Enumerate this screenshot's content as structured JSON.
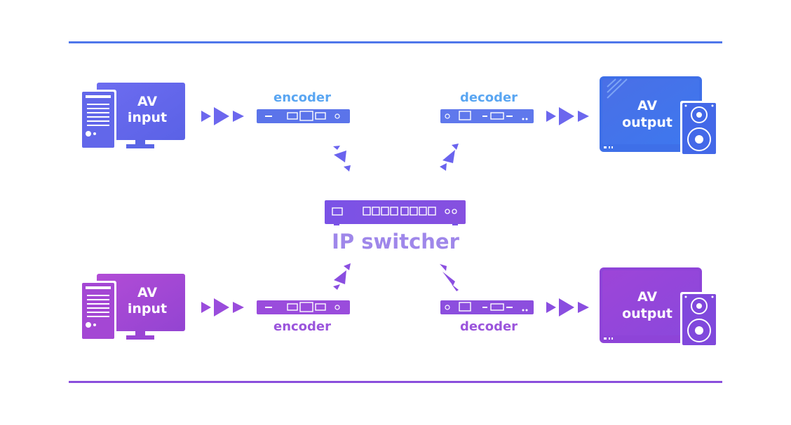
{
  "colors": {
    "blue": "#5b7ff0",
    "blue_light": "#5aa6f2",
    "indigo": "#6a5ff0",
    "purple": "#9b4fd8",
    "violet": "#7c57e8",
    "switcher_label": "#9f87ea",
    "white": "#ffffff"
  },
  "top_row": {
    "input": {
      "line1": "AV",
      "line2": "input",
      "icon": "desktop-pc-icon"
    },
    "encoder": {
      "label": "encoder",
      "icon": "encoder-device-icon"
    },
    "decoder": {
      "label": "decoder",
      "icon": "decoder-device-icon"
    },
    "output": {
      "line1": "AV",
      "line2": "output",
      "icon": "monitor-speaker-icon"
    }
  },
  "switcher": {
    "label": "IP switcher",
    "icon": "network-switch-icon"
  },
  "bottom_row": {
    "input": {
      "line1": "AV",
      "line2": "input",
      "icon": "desktop-pc-icon"
    },
    "encoder": {
      "label": "encoder",
      "icon": "encoder-device-icon"
    },
    "decoder": {
      "label": "decoder",
      "icon": "decoder-device-icon"
    },
    "output": {
      "line1": "AV",
      "line2": "output",
      "icon": "monitor-speaker-icon"
    }
  }
}
